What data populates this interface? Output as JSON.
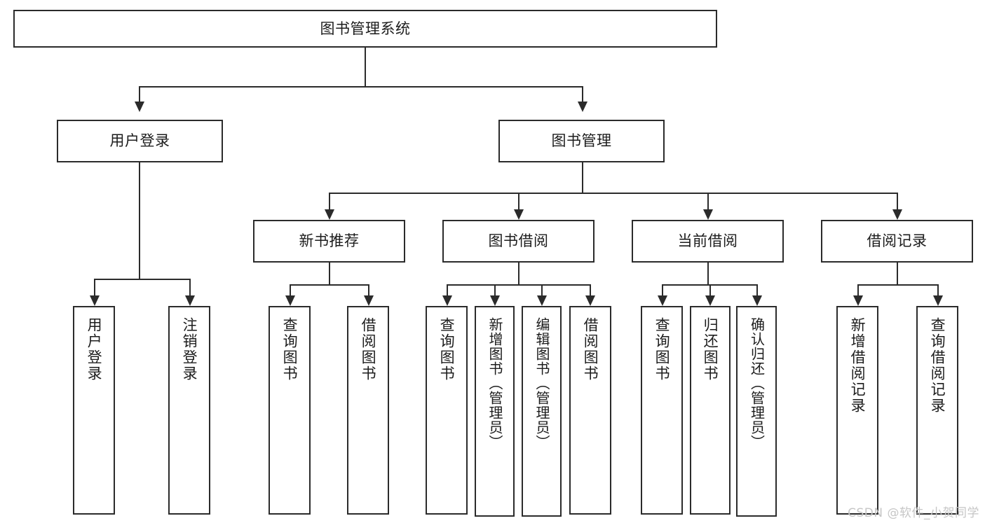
{
  "diagram": {
    "title": "图书管理系统",
    "type": "tree-hierarchy-chart",
    "root": {
      "label": "图书管理系统"
    },
    "level1": [
      {
        "label": "用户登录"
      },
      {
        "label": "图书管理"
      }
    ],
    "level2": [
      {
        "label": "新书推荐"
      },
      {
        "label": "图书借阅"
      },
      {
        "label": "当前借阅"
      },
      {
        "label": "借阅记录"
      }
    ],
    "leaves": {
      "user_login": [
        {
          "label": "用户登录"
        },
        {
          "label": "注销登录"
        }
      ],
      "new_book_recommend": [
        {
          "label": "查询图书"
        },
        {
          "label": "借阅图书"
        }
      ],
      "book_borrow": [
        {
          "label": "查询图书"
        },
        {
          "label": "新增图书（管理员）"
        },
        {
          "label": "编辑图书（管理员）"
        },
        {
          "label": "借阅图书"
        }
      ],
      "current_borrow": [
        {
          "label": "查询图书"
        },
        {
          "label": "归还图书"
        },
        {
          "label": "确认归还（管理员）"
        }
      ],
      "borrow_record": [
        {
          "label": "新增借阅记录"
        },
        {
          "label": "查询借阅记录"
        }
      ]
    }
  },
  "watermark": {
    "text": "CSDN @软件_小贺同学"
  },
  "colors": {
    "stroke": "#2b2b2b",
    "background": "#ffffff",
    "text": "#1c1c1c",
    "watermark": "#c6c6c6"
  }
}
